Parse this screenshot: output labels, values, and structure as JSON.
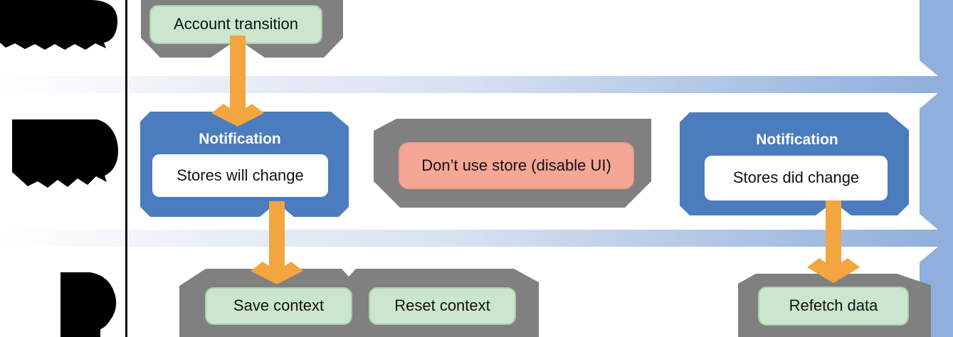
{
  "flow": {
    "account_transition": "Account transition",
    "notification_will": {
      "title": "Notification",
      "body": "Stores will change"
    },
    "disable_ui": "Don’t use store (disable UI)",
    "notification_did": {
      "title": "Notification",
      "body": "Stores did change"
    },
    "actions": {
      "save": "Save context",
      "reset": "Reset context",
      "refetch": "Refetch data"
    }
  },
  "colors": {
    "container_gray": "#808080",
    "green_fill": "#cbe6cd",
    "green_border": "#a9cdad",
    "salmon_fill": "#f4a795",
    "notification_blue": "#4b7cbe",
    "arrow_orange": "#f3a540",
    "band_gradient_end": "#8fafdc",
    "right_bar_blue": "#8fafdc",
    "swimlane_label_black": "#000000",
    "title_text_white": "#ffffff",
    "body_text_black": "#111111"
  }
}
